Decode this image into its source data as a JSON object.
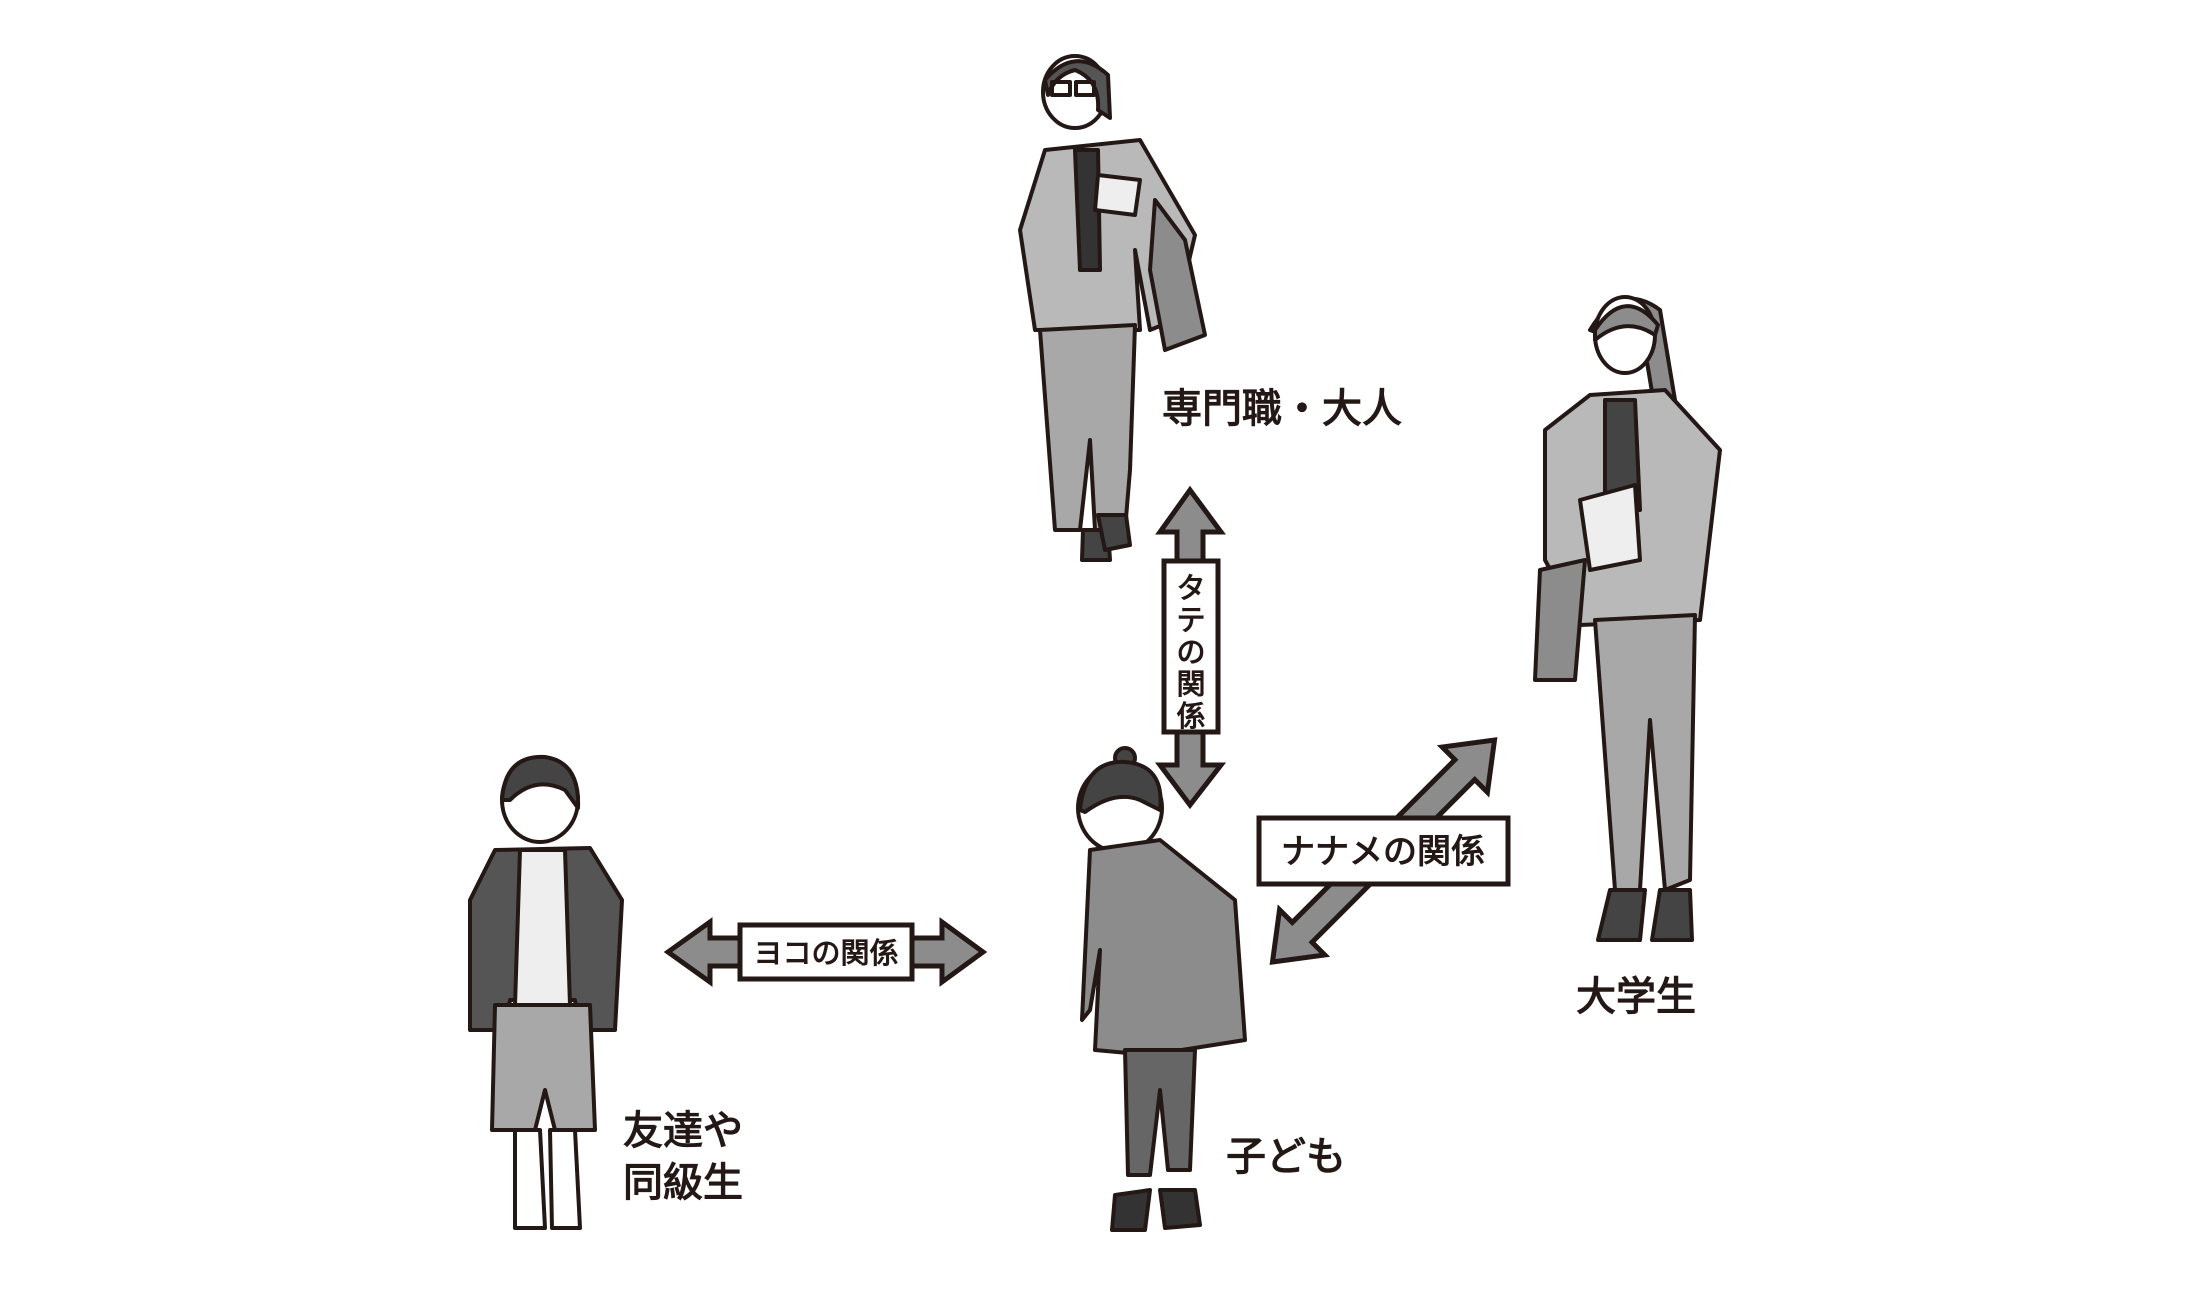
{
  "people": {
    "adult": "専門職・大人",
    "university": "大学生",
    "child": "子ども",
    "friend_line1": "友達や",
    "friend_line2": "同級生"
  },
  "relations": {
    "vertical": [
      "タ",
      "テ",
      "の",
      "関",
      "係"
    ],
    "horizontal": "ヨコの関係",
    "diagonal": "ナナメの関係"
  },
  "colors": {
    "arrow_fill": "#8c8c8c",
    "ink": "#231815"
  }
}
